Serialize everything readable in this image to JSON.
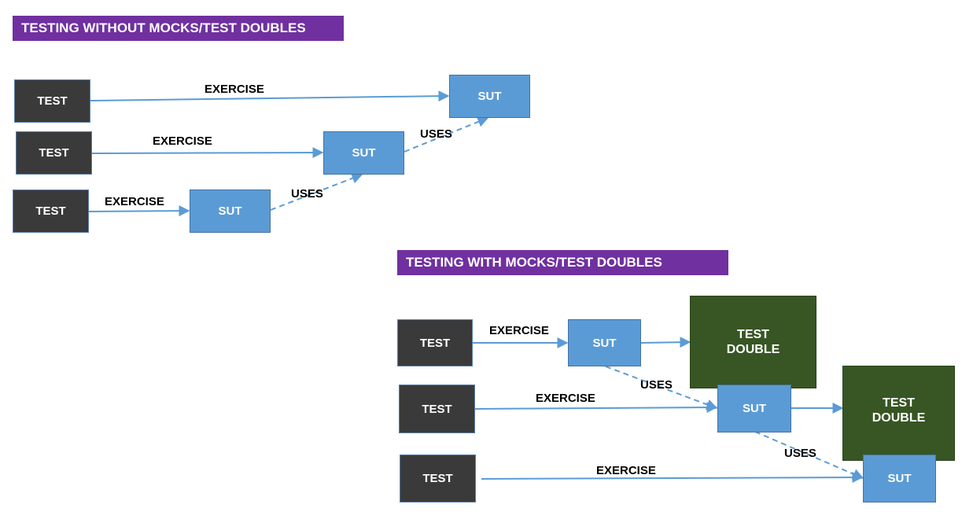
{
  "section_without": {
    "title": "TESTING WITHOUT MOCKS/TEST DOUBLES"
  },
  "section_with": {
    "title": "TESTING WITH MOCKS/TEST DOUBLES"
  },
  "labels": {
    "test": "TEST",
    "sut": "SUT",
    "test_double_line1": "TEST",
    "test_double_line2": "DOUBLE",
    "exercise": "EXERCISE",
    "uses": "USES"
  },
  "colors": {
    "banner": "#7030a0",
    "test_box": "#3a3a3a",
    "sut_box": "#5b9bd5",
    "test_double_box": "#375623",
    "arrow": "#5b9bd5"
  }
}
